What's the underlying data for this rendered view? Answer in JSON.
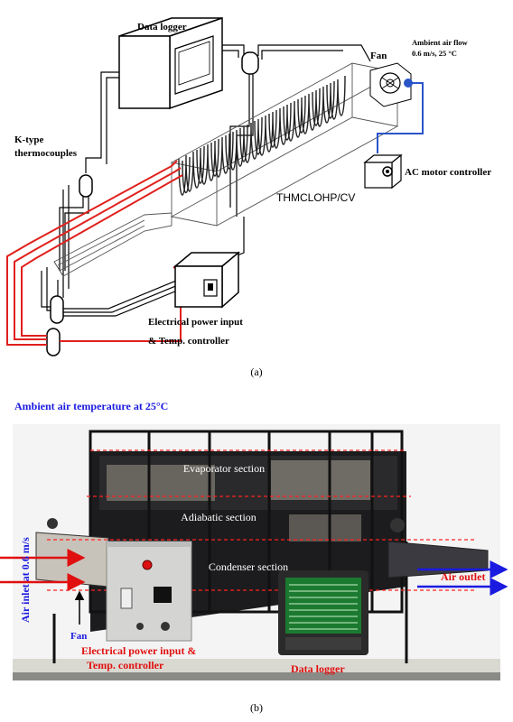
{
  "panel_a": {
    "data_logger": "Data logger",
    "fan": "Fan",
    "ambient_flow_line1": "Ambient air flow",
    "ambient_flow_line2": "0.6 m/s, 25 °C",
    "thermocouples_line1": "K-type",
    "thermocouples_line2": "thermocouples",
    "device": "THMCLOHP/CV",
    "ac_motor": "AC motor controller",
    "power_line1": "Electrical power input",
    "power_line2": "& Temp. controller",
    "caption": "(a)"
  },
  "panel_b": {
    "ambient_temp": "Ambient air temperature at 25°C",
    "evaporator": "Evaporator section",
    "adiabatic": "Adiabatic section",
    "condenser": "Condenser section",
    "air_inlet": "Air inlet at 0.6 m/s",
    "fan": "Fan",
    "air_outlet": "Air outlet",
    "power_line1": "Electrical power input &",
    "power_line2": "Temp. controller",
    "data_logger": "Data logger",
    "caption": "(b)"
  },
  "colors": {
    "red_wire": "#e0201c",
    "blue_wire": "#2a55c8",
    "label_red": "#e01010",
    "label_blue": "#1a1ae0",
    "dashed_red": "#ff2020"
  }
}
